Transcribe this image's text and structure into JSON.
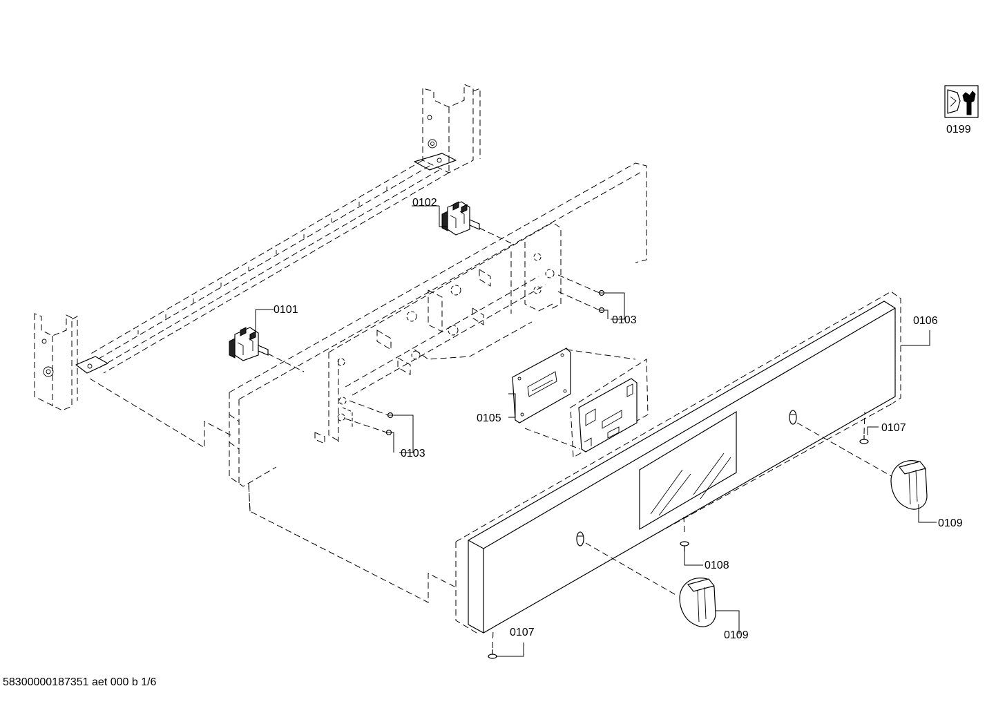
{
  "diagram": {
    "part_labels": {
      "p0101": "0101",
      "p0102": "0102",
      "p0103a": "0103",
      "p0103b": "0103",
      "p0105": "0105",
      "p0106": "0106",
      "p0107a": "0107",
      "p0107b": "0107",
      "p0108": "0108",
      "p0109a": "0109",
      "p0109b": "0109",
      "p0199": "0199"
    },
    "service_icon": "wrench-service-icon",
    "footer": "58300000187351 aet 000 b 1/6"
  }
}
